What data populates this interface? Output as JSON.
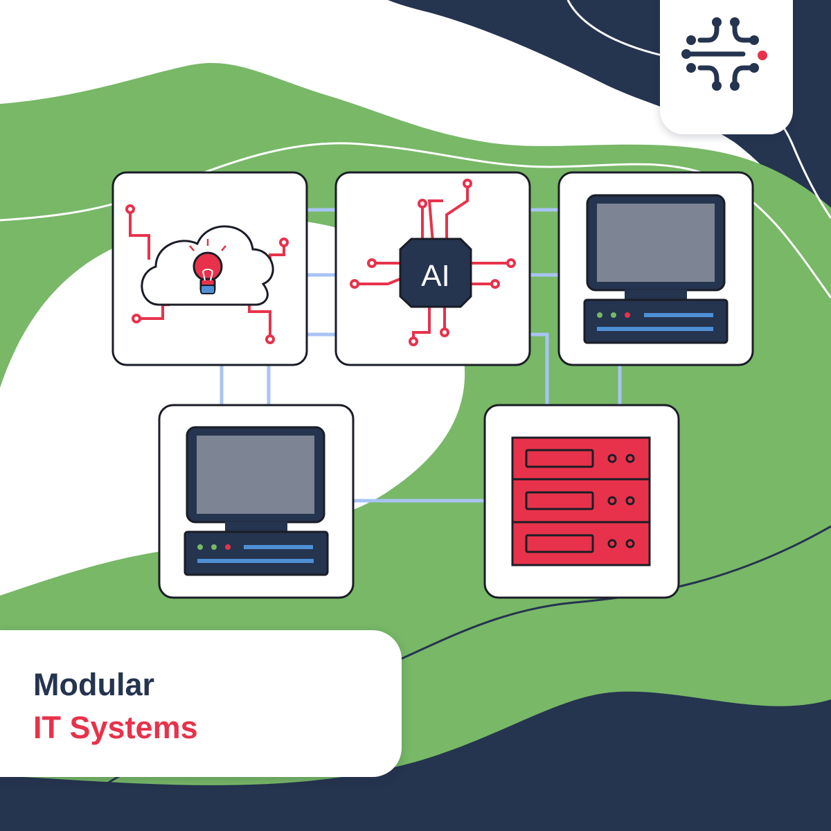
{
  "caption": {
    "line1": "Modular",
    "line2": "IT Systems"
  },
  "colors": {
    "navy": "#25344f",
    "green": "#78b867",
    "red": "#e8324b",
    "connector_blue": "#a8c4f4",
    "screen_gray": "#7d8494",
    "white": "#ffffff"
  },
  "modules": [
    {
      "name": "cloud-idea-module",
      "icon": "cloud-lightbulb-circuit-icon"
    },
    {
      "name": "ai-chip-module",
      "icon": "ai-chip-icon",
      "chip_text": "AI"
    },
    {
      "name": "computer-module-right",
      "icon": "desktop-computer-icon"
    },
    {
      "name": "computer-module-left",
      "icon": "desktop-computer-icon"
    },
    {
      "name": "server-module",
      "icon": "server-rack-icon"
    }
  ],
  "logo": {
    "icon": "dots-network-logo-icon"
  }
}
